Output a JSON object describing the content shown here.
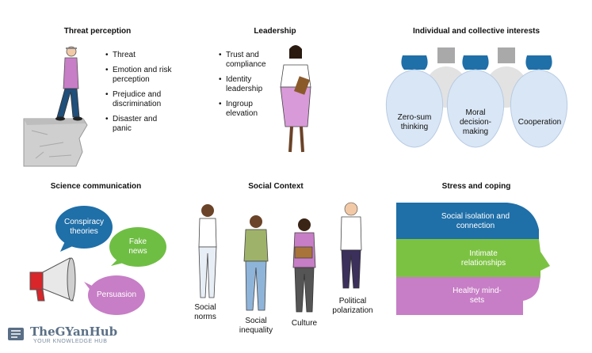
{
  "threat": {
    "title": "Threat perception",
    "items": [
      "Threat",
      "Emotion and risk perception",
      "Prejudice and discrimination",
      "Disaster and panic"
    ]
  },
  "leadership": {
    "title": "Leadership",
    "items": [
      "Trust and compliance",
      "Identity leadership",
      "Ingroup elevation"
    ]
  },
  "interests": {
    "title": "Individual and collective interests",
    "bulbs": [
      "Zero-sum thinking",
      "Moral decision-making",
      "Cooperation"
    ]
  },
  "science": {
    "title": "Science communication",
    "bubbles": [
      "Conspiracy theories",
      "Fake news",
      "Persuasion"
    ],
    "colors": {
      "blue": "#1f6fa8",
      "green": "#6fbe44",
      "purple": "#c77ec6"
    }
  },
  "social": {
    "title": "Social Context",
    "people": [
      "Social norms",
      "Social inequality",
      "Culture",
      "Political polarization"
    ]
  },
  "stress": {
    "title": "Stress and coping",
    "bands": [
      "Social isolation and connection",
      "Intimate relationships",
      "Healthy mind-sets"
    ],
    "colors": [
      "#1f6fa8",
      "#7cc242",
      "#c77ec6"
    ]
  },
  "logo": {
    "name": "TheGYanHub",
    "tagline": "YOUR KNOWLEDGE HUB"
  }
}
